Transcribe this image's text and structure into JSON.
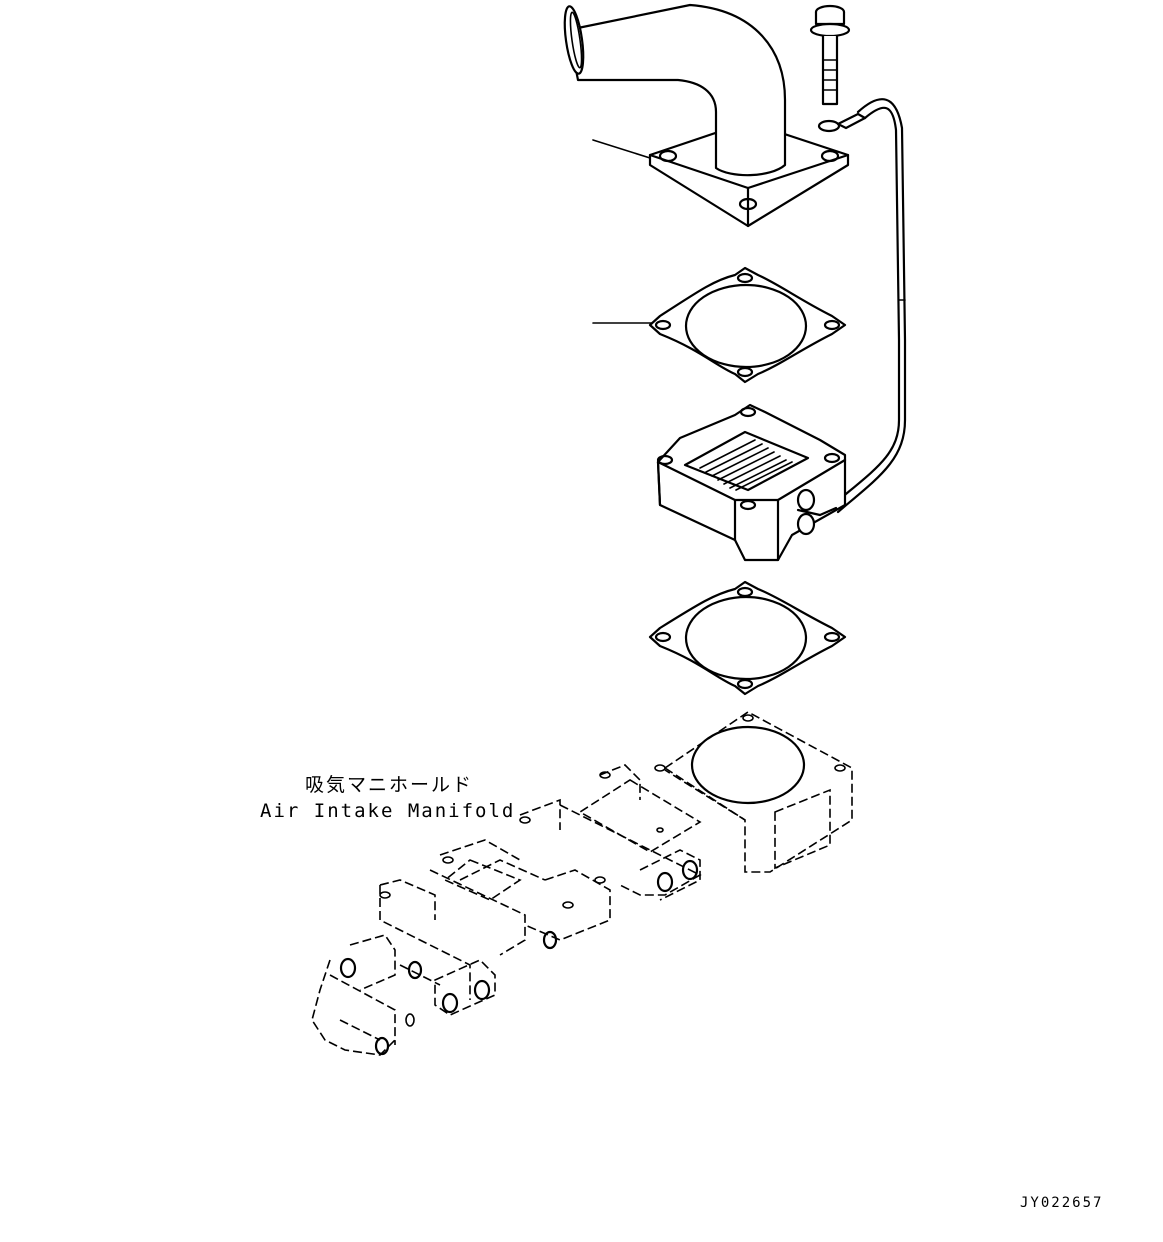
{
  "labels": {
    "manifold_jp": "吸気マニホールド",
    "manifold_en": "Air Intake Manifold"
  },
  "reference_code": "JY022657",
  "icons": [
    "elbow-pipe-icon",
    "flange-bolt-icon",
    "ground-wire-icon",
    "gasket-icon",
    "intake-heater-icon",
    "intake-manifold-icon"
  ]
}
